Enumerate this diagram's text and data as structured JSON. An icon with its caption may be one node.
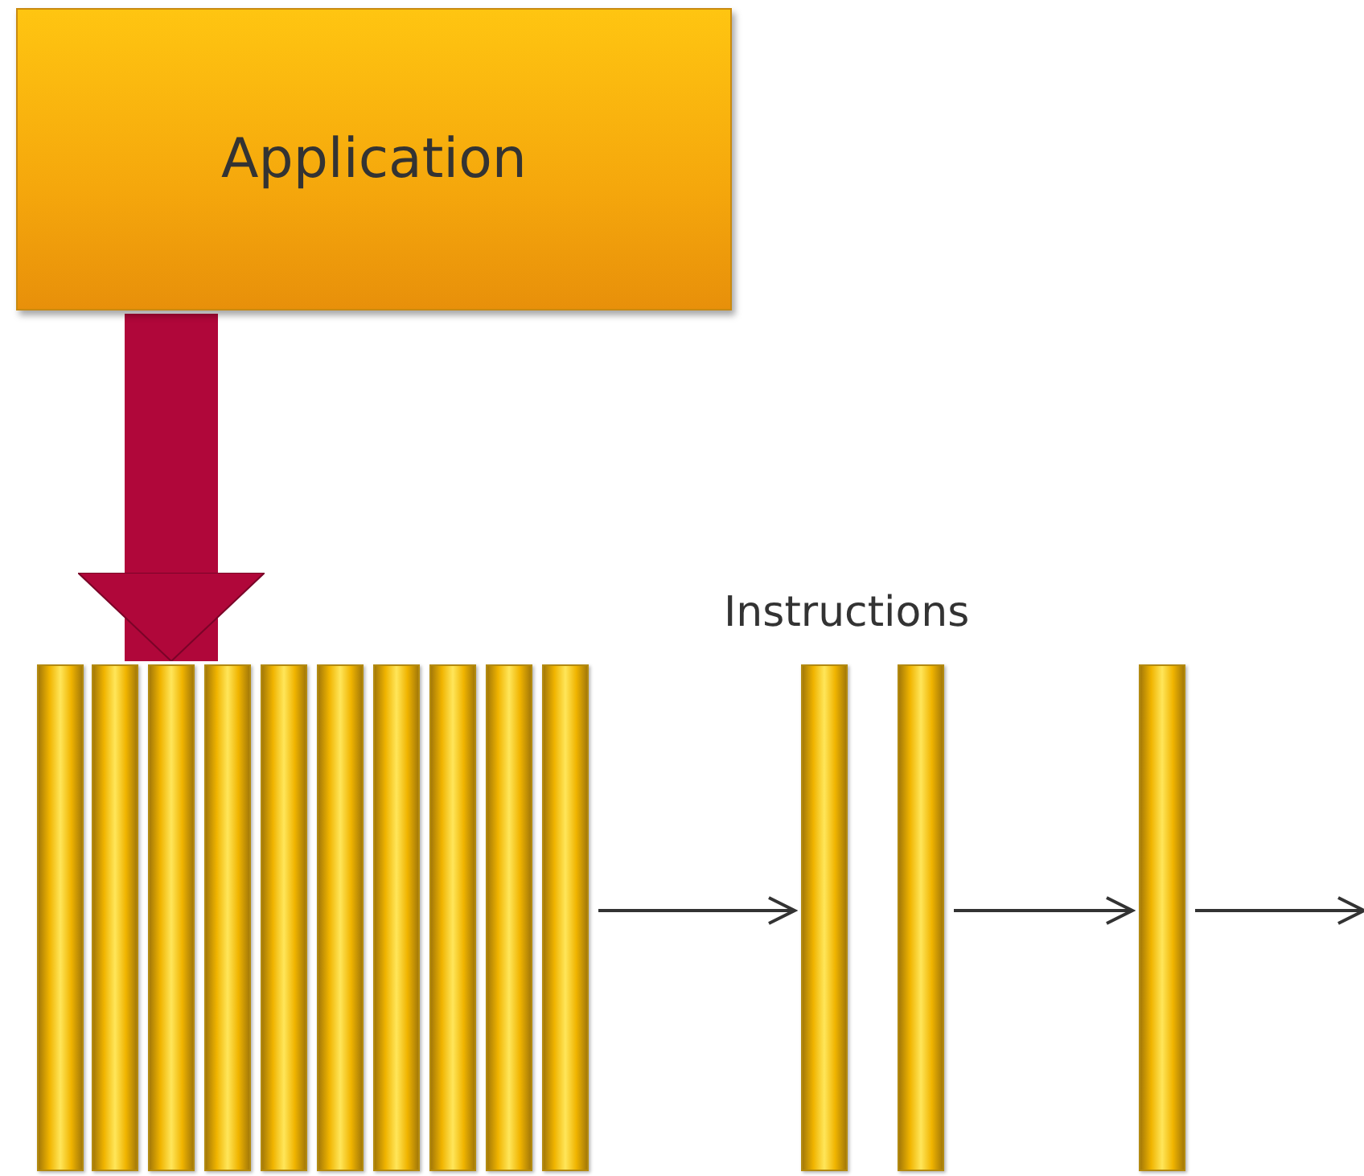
{
  "diagram": {
    "nodes": [
      {
        "text": [
          "Application"
        ]
      },
      {
        "text": [],
        "shape": "bar"
      },
      {
        "text": [],
        "shape": "bar"
      },
      {
        "text": [],
        "shape": "bar"
      },
      {
        "text": [],
        "shape": "bar"
      },
      {
        "text": [],
        "shape": "bar"
      },
      {
        "text": [],
        "shape": "bar"
      },
      {
        "text": [],
        "shape": "bar"
      },
      {
        "text": [],
        "shape": "bar"
      },
      {
        "text": [],
        "shape": "bar"
      },
      {
        "text": [],
        "shape": "bar"
      },
      {
        "text": [],
        "shape": "bar"
      },
      {
        "text": [],
        "shape": "bar"
      },
      {
        "text": [],
        "shape": "bar"
      }
    ],
    "edges": [
      {
        "from": 0,
        "to": 3,
        "arrow": "to",
        "style": "thick",
        "color": "#b0073a"
      },
      {
        "from": 10,
        "to": 11,
        "arrow": "to"
      },
      {
        "from": 12,
        "to": 13,
        "arrow": "to"
      },
      {
        "from": 13,
        "to": null,
        "arrow": "to"
      }
    ],
    "labels": [
      "Instructions"
    ]
  }
}
